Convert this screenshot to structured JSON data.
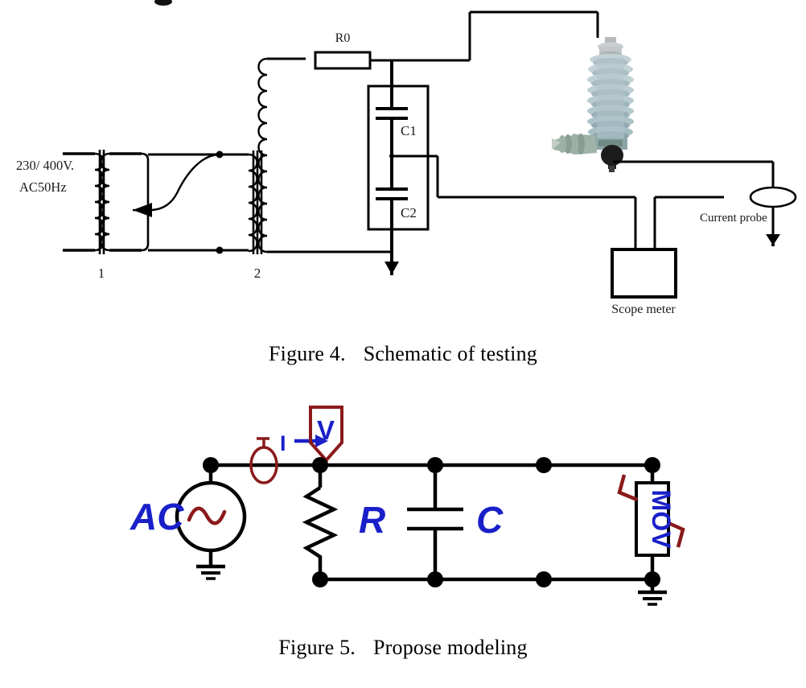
{
  "document": {
    "figures": [
      {
        "id": "figure-4",
        "caption_number": "Figure 4.",
        "caption_text": "Schematic of testing",
        "labels": {
          "source_line1": "230/ 400V.",
          "source_line2": "AC50Hz",
          "transformer1": "1",
          "transformer2": "2",
          "resistor": "R0",
          "cap_high": "C1",
          "cap_low": "C2",
          "scope_meter": "Scope meter",
          "current_probe": "Current probe"
        },
        "components": [
          {
            "name": "supply-transformer",
            "label": "1"
          },
          {
            "name": "hv-test-transformer",
            "label": "2"
          },
          {
            "name": "damping-resistor",
            "label": "R0"
          },
          {
            "name": "capacitive-divider-high",
            "label": "C1"
          },
          {
            "name": "capacitive-divider-low",
            "label": "C2"
          },
          {
            "name": "surge-arrester-photo",
            "label": ""
          },
          {
            "name": "scope-meter",
            "label": "Scope meter"
          },
          {
            "name": "current-probe",
            "label": "Current probe"
          }
        ],
        "colors": {
          "wire": "#000000",
          "arrester_shed": "#b9c9ce",
          "arrester_shed_dark": "#8fa9ad",
          "arrester_cap": "#c9cfd1",
          "arrester_terminal": "#1c1c1c"
        }
      },
      {
        "id": "figure-5",
        "caption_number": "Figure 5.",
        "caption_text": "Propose modeling",
        "labels": {
          "ac_source": "AC",
          "current_label": "I",
          "voltage_probe": "V",
          "resistor": "R",
          "capacitor": "C",
          "varistor": "MOV"
        },
        "components": [
          {
            "name": "ac-voltage-source",
            "label": "AC"
          },
          {
            "name": "current-clamp-probe",
            "label": "I"
          },
          {
            "name": "voltage-probe",
            "label": "V"
          },
          {
            "name": "resistor",
            "label": "R"
          },
          {
            "name": "capacitor",
            "label": "C"
          },
          {
            "name": "metal-oxide-varistor",
            "label": "MOV"
          }
        ],
        "colors": {
          "wire": "#000000",
          "probe": "#8b1a1a",
          "label": "#1a20c8"
        }
      }
    ]
  }
}
